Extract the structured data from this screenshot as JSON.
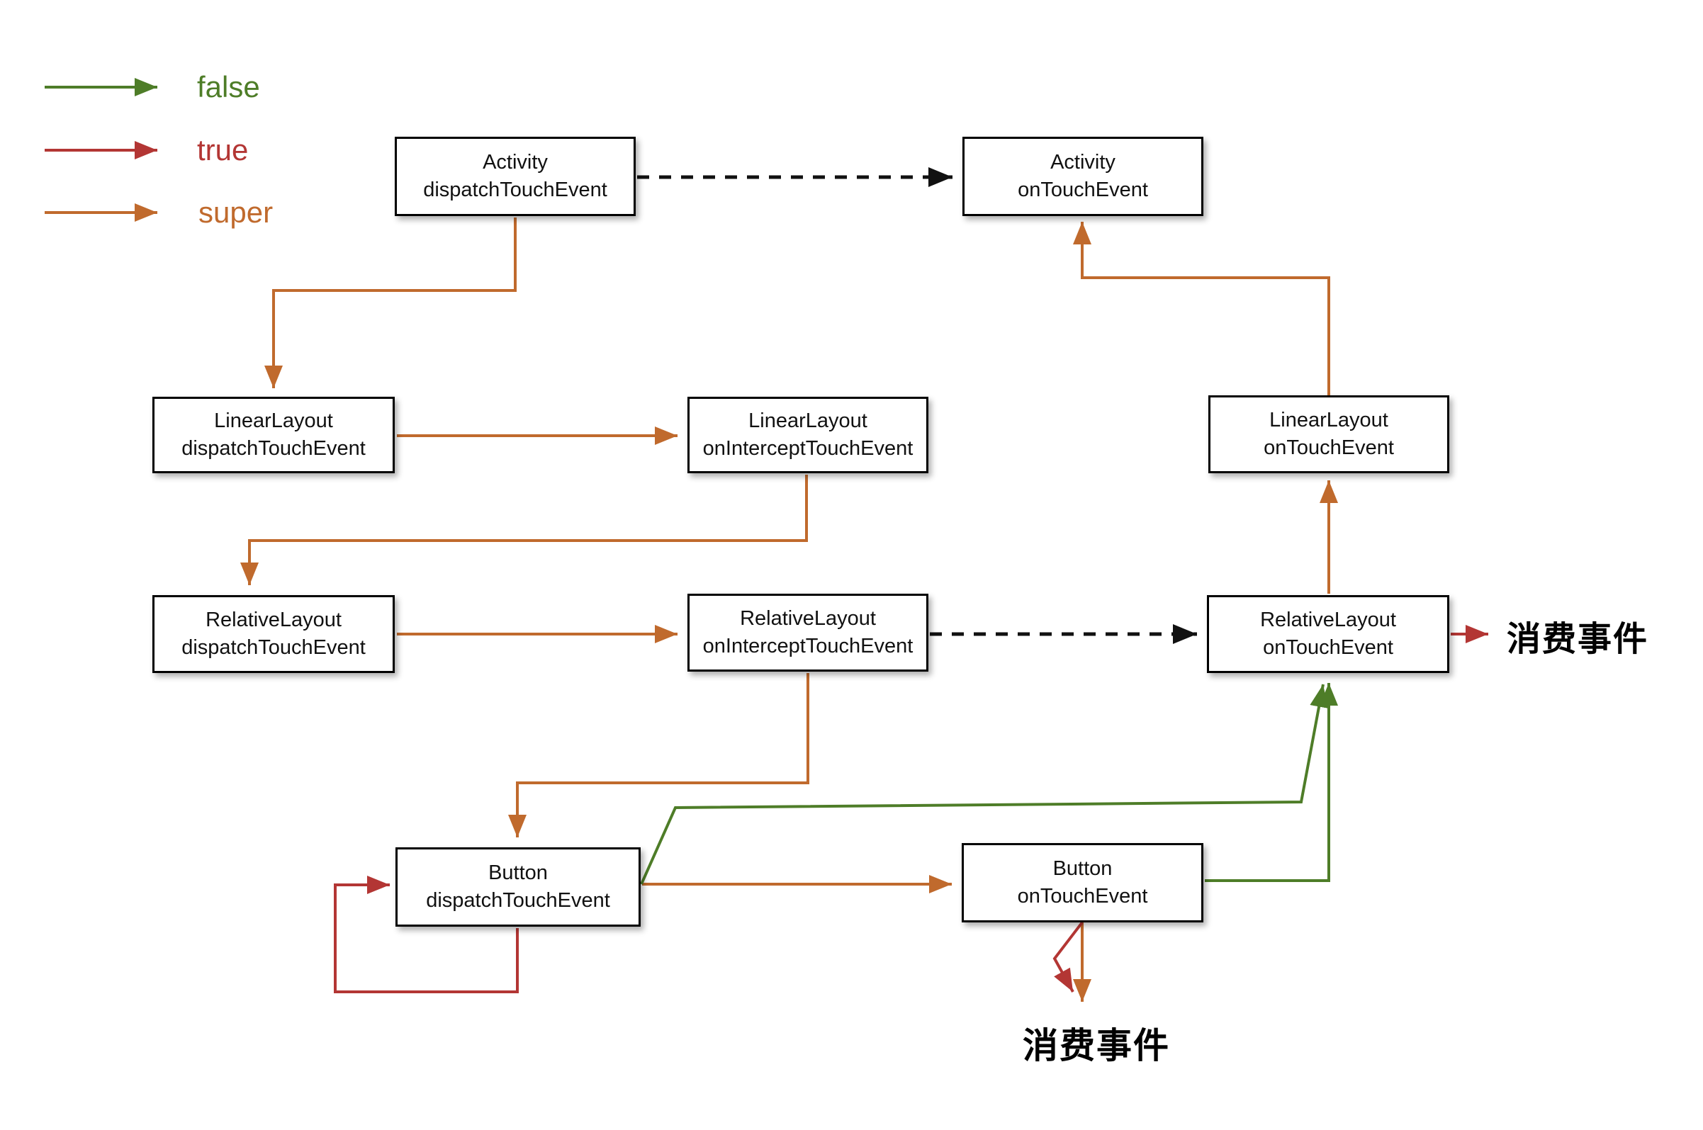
{
  "legend": {
    "items": [
      {
        "label": "false",
        "color": "#4e7d28"
      },
      {
        "label": "true",
        "color": "#b33634"
      },
      {
        "label": "super",
        "color": "#c06a2d"
      }
    ]
  },
  "colors": {
    "false_arrow": "#4e7d28",
    "true_arrow": "#b33634",
    "super_arrow": "#c06a2d",
    "dashed_arrow": "#111111",
    "box_border": "#000000",
    "box_fill": "#ffffff",
    "background": "#ffffff",
    "text": "#111111"
  },
  "nodes": {
    "activity_dispatch": {
      "line1": "Activity",
      "line2": "dispatchTouchEvent"
    },
    "activity_ontouch": {
      "line1": "Activity",
      "line2": "onTouchEvent"
    },
    "linear_dispatch": {
      "line1": "LinearLayout",
      "line2": "dispatchTouchEvent"
    },
    "linear_intercept": {
      "line1": "LinearLayout",
      "line2": "onInterceptTouchEvent"
    },
    "linear_ontouch": {
      "line1": "LinearLayout",
      "line2": "onTouchEvent"
    },
    "relative_dispatch": {
      "line1": "RelativeLayout",
      "line2": "dispatchTouchEvent"
    },
    "relative_intercept": {
      "line1": "RelativeLayout",
      "line2": "onInterceptTouchEvent"
    },
    "relative_ontouch": {
      "line1": "RelativeLayout",
      "line2": "onTouchEvent"
    },
    "button_dispatch": {
      "line1": "Button",
      "line2": "dispatchTouchEvent"
    },
    "button_ontouch": {
      "line1": "Button",
      "line2": "onTouchEvent"
    }
  },
  "annotations": {
    "consume_right": "消费事件",
    "consume_bottom": "消费事件"
  }
}
